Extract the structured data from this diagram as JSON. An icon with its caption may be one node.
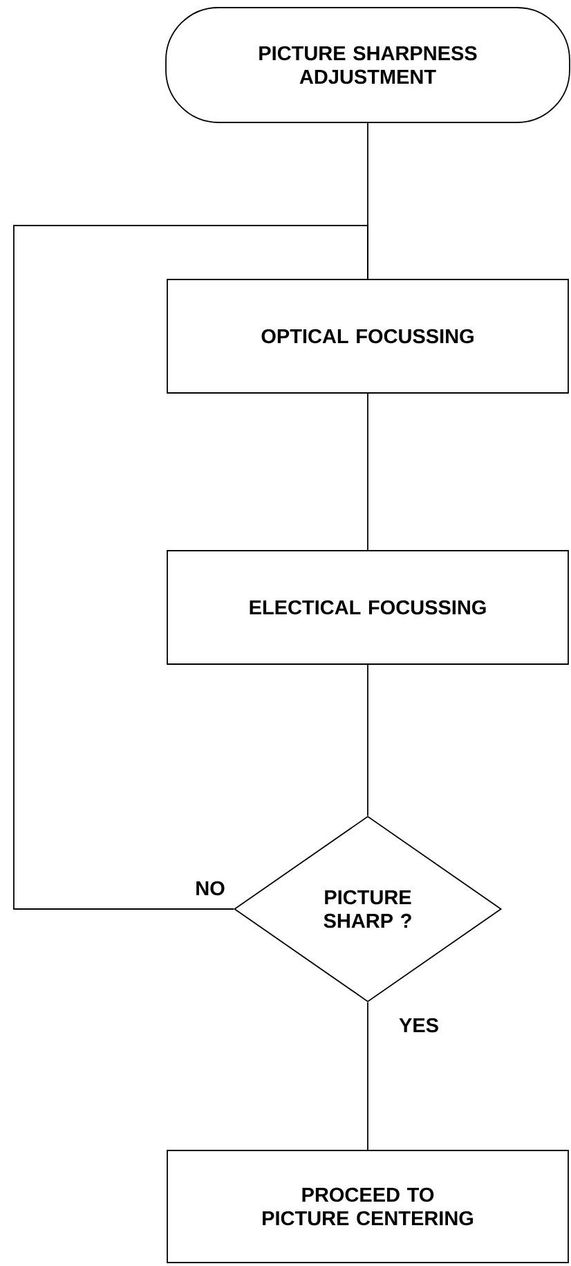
{
  "diagram": {
    "nodes": [
      {
        "text": [
          "PICTURE SHARPNESS ADJUSTMENT"
        ]
      },
      {
        "text": [
          "OPTICAL FOCUSSING"
        ]
      },
      {
        "text": [
          "ELECTICAL FOCUSSING"
        ]
      },
      {
        "text": [
          "PICTURE SHARP ?"
        ]
      },
      {
        "text": [
          "PROCEED TO PICTURE CENTERING"
        ]
      }
    ],
    "edges": [
      {
        "from": 0,
        "to": 1,
        "arrow": "none"
      },
      {
        "from": 1,
        "to": 2,
        "arrow": "none"
      },
      {
        "from": 2,
        "to": 3,
        "arrow": "none"
      },
      {
        "from": 3,
        "to": 1,
        "arrow": "none",
        "label": "NO"
      },
      {
        "from": 3,
        "to": 4,
        "arrow": "none",
        "label": "YES"
      }
    ]
  }
}
